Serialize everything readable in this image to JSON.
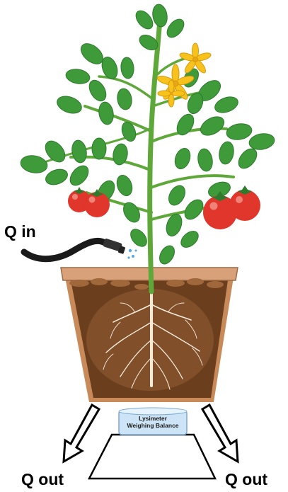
{
  "labels": {
    "q_in": "Q in",
    "q_out_left": "Q out",
    "q_out_right": "Q out",
    "balance_line1": "Lysimeter",
    "balance_line2": "Weighing Balance"
  },
  "icons": {
    "hose": "hose-icon",
    "plant": "tomato-plant-icon",
    "pot": "flower-pot-icon",
    "balance": "weighing-balance-icon",
    "arrows": "arrow-down-icon"
  },
  "colors": {
    "leaf": "#3f9a3a",
    "leaf_dark": "#2d7a2c",
    "stem": "#5ea83a",
    "flower": "#f6c21b",
    "tomato": "#e0362b",
    "pot": "#c98a5a",
    "pot_rim": "#d9a17a",
    "soil": "#6b3f1e",
    "soil_light": "#a0673a",
    "root": "#f3ead8",
    "balance": "#cde4f7",
    "hose": "#1a1a1a"
  }
}
